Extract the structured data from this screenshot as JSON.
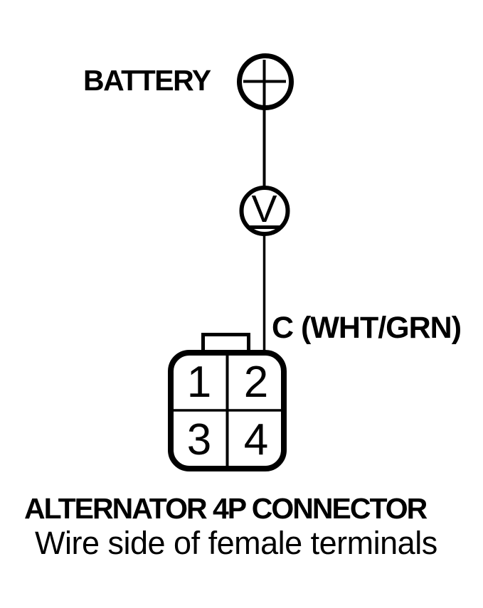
{
  "diagram": {
    "battery": {
      "label": "BATTERY"
    },
    "meter": {
      "symbol": "V"
    },
    "wire": {
      "terminal_label": "C (WHT/GRN)"
    },
    "connector": {
      "pins": [
        "1",
        "2",
        "3",
        "4"
      ],
      "title": "ALTERNATOR 4P CONNECTOR",
      "subtitle": "Wire side of female terminals"
    },
    "colors": {
      "ink": "#000000",
      "paper": "#ffffff"
    }
  }
}
